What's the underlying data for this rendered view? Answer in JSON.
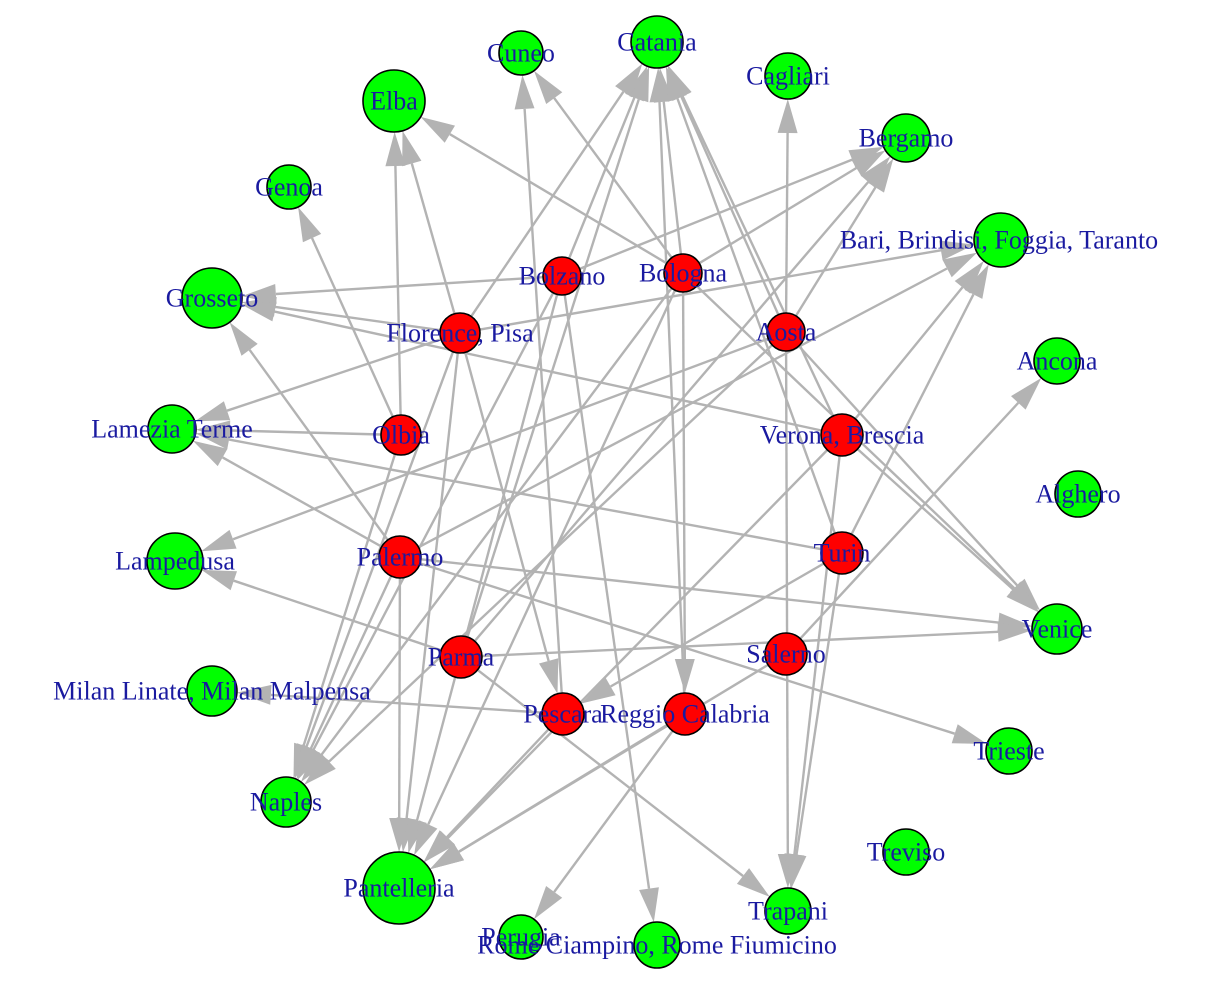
{
  "colors": {
    "origin": "#ff0000",
    "destination": "#00ff00",
    "edge": "#b3b3b3",
    "label": "#1a1aa0"
  },
  "nodes": [
    {
      "id": "catania",
      "label": "Catania",
      "kind": "destination"
    },
    {
      "id": "cuneo",
      "label": "Cuneo",
      "kind": "destination"
    },
    {
      "id": "cagliari",
      "label": "Cagliari",
      "kind": "destination"
    },
    {
      "id": "elba",
      "label": "Elba",
      "kind": "destination"
    },
    {
      "id": "bergamo",
      "label": "Bergamo",
      "kind": "destination"
    },
    {
      "id": "genoa",
      "label": "Genoa",
      "kind": "destination"
    },
    {
      "id": "bari",
      "label": "Bari, Brindisi, Foggia, Taranto",
      "kind": "destination"
    },
    {
      "id": "grosseto",
      "label": "Grosseto",
      "kind": "destination"
    },
    {
      "id": "ancona",
      "label": "Ancona",
      "kind": "destination"
    },
    {
      "id": "lamezia",
      "label": "Lamezia Terme",
      "kind": "destination"
    },
    {
      "id": "alghero",
      "label": "Alghero",
      "kind": "destination"
    },
    {
      "id": "lampedusa",
      "label": "Lampedusa",
      "kind": "destination"
    },
    {
      "id": "venice",
      "label": "Venice",
      "kind": "destination"
    },
    {
      "id": "milan",
      "label": "Milan Linate, Milan Malpensa",
      "kind": "destination"
    },
    {
      "id": "trieste",
      "label": "Trieste",
      "kind": "destination"
    },
    {
      "id": "naples",
      "label": "Naples",
      "kind": "destination"
    },
    {
      "id": "treviso",
      "label": "Treviso",
      "kind": "destination"
    },
    {
      "id": "pantelleria",
      "label": "Pantelleria",
      "kind": "destination"
    },
    {
      "id": "trapani",
      "label": "Trapani",
      "kind": "destination"
    },
    {
      "id": "perugia",
      "label": "Perugia",
      "kind": "destination"
    },
    {
      "id": "rome",
      "label": "Rome Ciampino, Rome Fiumicino",
      "kind": "destination"
    },
    {
      "id": "bolzano",
      "label": "Bolzano",
      "kind": "origin"
    },
    {
      "id": "bologna",
      "label": "Bologna",
      "kind": "origin"
    },
    {
      "id": "florence",
      "label": "Florence, Pisa",
      "kind": "origin"
    },
    {
      "id": "aosta",
      "label": "Aosta",
      "kind": "origin"
    },
    {
      "id": "olbia",
      "label": "Olbia",
      "kind": "origin"
    },
    {
      "id": "verona",
      "label": "Verona, Brescia",
      "kind": "origin"
    },
    {
      "id": "palermo",
      "label": "Palermo",
      "kind": "origin"
    },
    {
      "id": "turin",
      "label": "Turin",
      "kind": "origin"
    },
    {
      "id": "parma",
      "label": "Parma",
      "kind": "origin"
    },
    {
      "id": "salerno",
      "label": "Salerno",
      "kind": "origin"
    },
    {
      "id": "pescara",
      "label": "Pescara",
      "kind": "origin"
    },
    {
      "id": "reggio",
      "label": "Reggio Calabria",
      "kind": "origin"
    }
  ],
  "edges": [
    [
      "florence",
      "catania"
    ],
    [
      "florence",
      "elba"
    ],
    [
      "florence",
      "grosseto"
    ],
    [
      "florence",
      "bari"
    ],
    [
      "florence",
      "lamezia"
    ],
    [
      "florence",
      "naples"
    ],
    [
      "florence",
      "pantelleria"
    ],
    [
      "florence",
      "pescara"
    ],
    [
      "bolzano",
      "catania"
    ],
    [
      "bolzano",
      "bergamo"
    ],
    [
      "bolzano",
      "grosseto"
    ],
    [
      "bolzano",
      "naples"
    ],
    [
      "bolzano",
      "pantelleria"
    ],
    [
      "bolzano",
      "rome"
    ],
    [
      "bologna",
      "catania"
    ],
    [
      "bologna",
      "elba"
    ],
    [
      "bologna",
      "bergamo"
    ],
    [
      "bologna",
      "venice"
    ],
    [
      "bologna",
      "naples"
    ],
    [
      "bologna",
      "pantelleria"
    ],
    [
      "bologna",
      "cuneo"
    ],
    [
      "bologna",
      "reggio"
    ],
    [
      "aosta",
      "catania"
    ],
    [
      "aosta",
      "bergamo"
    ],
    [
      "aosta",
      "cagliari"
    ],
    [
      "aosta",
      "venice"
    ],
    [
      "aosta",
      "lampedusa"
    ],
    [
      "aosta",
      "naples"
    ],
    [
      "aosta",
      "trapani"
    ],
    [
      "olbia",
      "genoa"
    ],
    [
      "olbia",
      "elba"
    ],
    [
      "olbia",
      "lamezia"
    ],
    [
      "olbia",
      "naples"
    ],
    [
      "verona",
      "catania"
    ],
    [
      "verona",
      "bari"
    ],
    [
      "verona",
      "grosseto"
    ],
    [
      "verona",
      "trapani"
    ],
    [
      "verona",
      "venice"
    ],
    [
      "verona",
      "pantelleria"
    ],
    [
      "palermo",
      "grosseto"
    ],
    [
      "palermo",
      "lamezia"
    ],
    [
      "palermo",
      "bari"
    ],
    [
      "palermo",
      "naples"
    ],
    [
      "palermo",
      "pantelleria"
    ],
    [
      "palermo",
      "trieste"
    ],
    [
      "palermo",
      "venice"
    ],
    [
      "turin",
      "bari"
    ],
    [
      "turin",
      "catania"
    ],
    [
      "turin",
      "trapani"
    ],
    [
      "turin",
      "lamezia"
    ],
    [
      "turin",
      "pescara"
    ],
    [
      "parma",
      "catania"
    ],
    [
      "parma",
      "bergamo"
    ],
    [
      "parma",
      "venice"
    ],
    [
      "parma",
      "trapani"
    ],
    [
      "parma",
      "lampedusa"
    ],
    [
      "salerno",
      "ancona"
    ],
    [
      "salerno",
      "pantelleria"
    ],
    [
      "pescara",
      "cuneo"
    ],
    [
      "pescara",
      "milan"
    ],
    [
      "pescara",
      "pantelleria"
    ],
    [
      "reggio",
      "catania"
    ],
    [
      "reggio",
      "pantelleria"
    ],
    [
      "reggio",
      "perugia"
    ]
  ]
}
